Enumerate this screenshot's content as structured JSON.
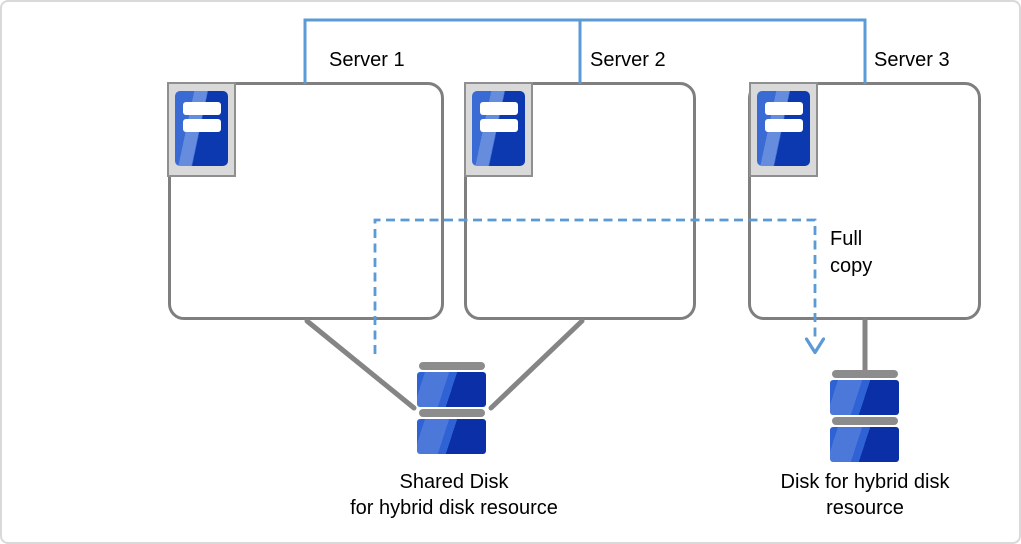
{
  "diagram": {
    "servers": [
      {
        "label": "Server 1"
      },
      {
        "label": "Server 2"
      },
      {
        "label": "Server 3"
      }
    ],
    "full_copy": {
      "line1": "Full",
      "line2": "copy"
    },
    "shared_disk": {
      "line1": "Shared Disk",
      "line2": "for hybrid disk resource"
    },
    "hybrid_disk": {
      "label": "Disk for hybrid disk resource"
    },
    "icons": [
      "server-icon",
      "server-icon",
      "server-icon",
      "disk-icon",
      "disk-icon",
      "arrow-down-icon"
    ],
    "colors": {
      "network_blue": "#5b9bd5",
      "connector_gray": "#858585",
      "box_border_gray": "#7f7f7f",
      "icon_frame_gray": "#d9d9d9",
      "icon_light_blue": "#3a6bd4",
      "icon_dark_blue": "#0c38b0",
      "disk_light_blue": "#2f62d4",
      "disk_dark_blue": "#0a2fa6",
      "disk_cap_gray": "#8c8c8c"
    }
  }
}
